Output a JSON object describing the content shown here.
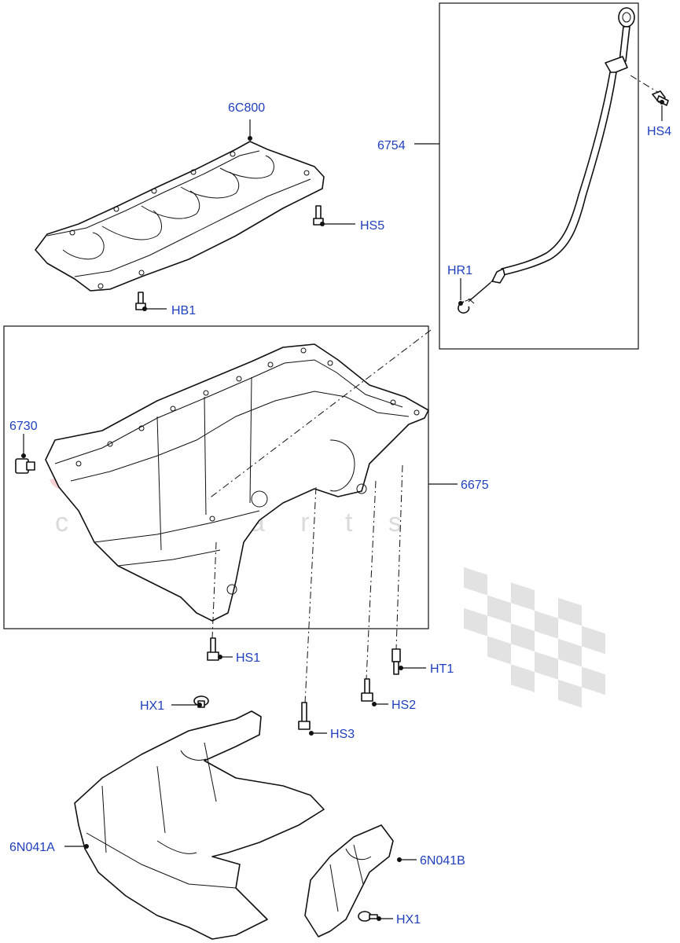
{
  "diagram": {
    "labels": {
      "sump_upper": "6C800",
      "dipstick": "6754",
      "bolt_hs4": "HS4",
      "bolt_hs5": "HS5",
      "bolt_hb1": "HB1",
      "ring_hr1": "HR1",
      "plug": "6730",
      "oil_pan": "6675",
      "bolt_hs1": "HS1",
      "bolt_ht1": "HT1",
      "bolt_hx1_top": "HX1",
      "bolt_hs2": "HS2",
      "bolt_hs3": "HS3",
      "shield_a": "6N041A",
      "shield_b": "6N041B",
      "bolt_hx1_bottom": "HX1"
    },
    "watermark": {
      "brand": "scuderia",
      "tagline": "c a r   p a r t s"
    },
    "colors": {
      "label": "#1f3fbf",
      "line": "#111111",
      "watermark_pink": "#f3c4c8",
      "watermark_grey": "#d6d6d6"
    }
  }
}
